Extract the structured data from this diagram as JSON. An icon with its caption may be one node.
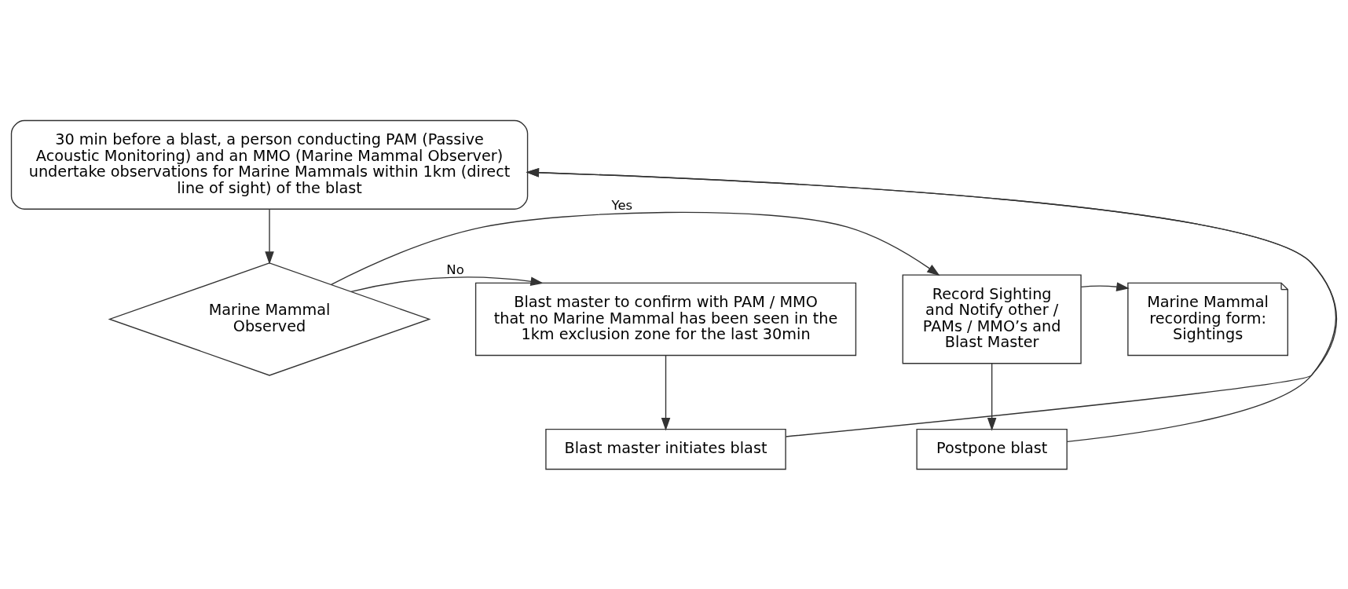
{
  "diagram": {
    "nodes": [
      {
        "text": [
          "30 min before a blast, a person conducting PAM (Passive Acoustic Monitoring) and an MMO (Marine Mammal Observer) undertake observations for Marine Mammals within 1km (direct line of sight) of the blast"
        ]
      },
      {
        "text": [
          "Marine Mammal recording form: Sightings"
        ]
      },
      {
        "text": [
          "Record Sighting and Notify other / PAMs / MMO’s and Blast Master"
        ]
      },
      {
        "text": [
          "Marine Mammal Observed"
        ]
      },
      {
        "text": [
          "Blast master to confirm with PAM / MMO that no Marine Mammal has been seen in the 1km exclusion zone for the last 30min"
        ]
      },
      {
        "text": [
          "Postpone blast"
        ]
      },
      {
        "text": [
          "Blast master initiates blast"
        ]
      }
    ],
    "edges": [
      {
        "from": 0,
        "to": 3,
        "arrow": "to"
      },
      {
        "from": 3,
        "to": 2,
        "arrow": "to",
        "label": "Yes"
      },
      {
        "from": 2,
        "to": 1,
        "arrow": "to"
      },
      {
        "from": 3,
        "to": 4,
        "arrow": "to",
        "label": "No"
      },
      {
        "from": 2,
        "to": 5,
        "arrow": "to"
      },
      {
        "from": 4,
        "to": 6,
        "arrow": "to"
      },
      {
        "from": 5,
        "to": 0,
        "arrow": "to"
      },
      {
        "from": 6,
        "to": 0,
        "arrow": "to"
      }
    ]
  }
}
